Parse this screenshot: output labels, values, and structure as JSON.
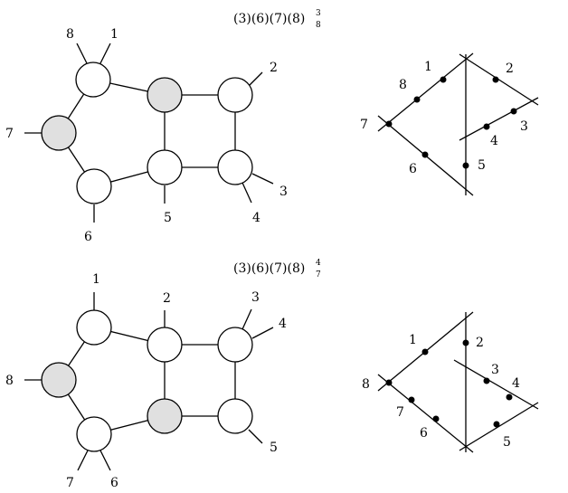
{
  "colors": {
    "stroke": "#000000",
    "white_node": "#ffffff",
    "shaded_node": "#e0e0e0"
  },
  "top": {
    "caption": {
      "base": "(3)(6)(7)(8)",
      "sup": "3",
      "sub": "8"
    },
    "graph_labels": [
      "8",
      "1",
      "2",
      "7",
      "3",
      "4",
      "5",
      "6"
    ],
    "dual_labels": [
      "1",
      "2",
      "8",
      "7",
      "3",
      "4",
      "6",
      "5"
    ]
  },
  "bottom": {
    "caption": {
      "base": "(3)(6)(7)(8)",
      "sup": "4",
      "sub": "7"
    },
    "graph_labels": [
      "1",
      "2",
      "3",
      "4",
      "8",
      "5",
      "7",
      "6"
    ],
    "dual_labels": [
      "1",
      "2",
      "3",
      "4",
      "8",
      "7",
      "6",
      "5"
    ]
  }
}
